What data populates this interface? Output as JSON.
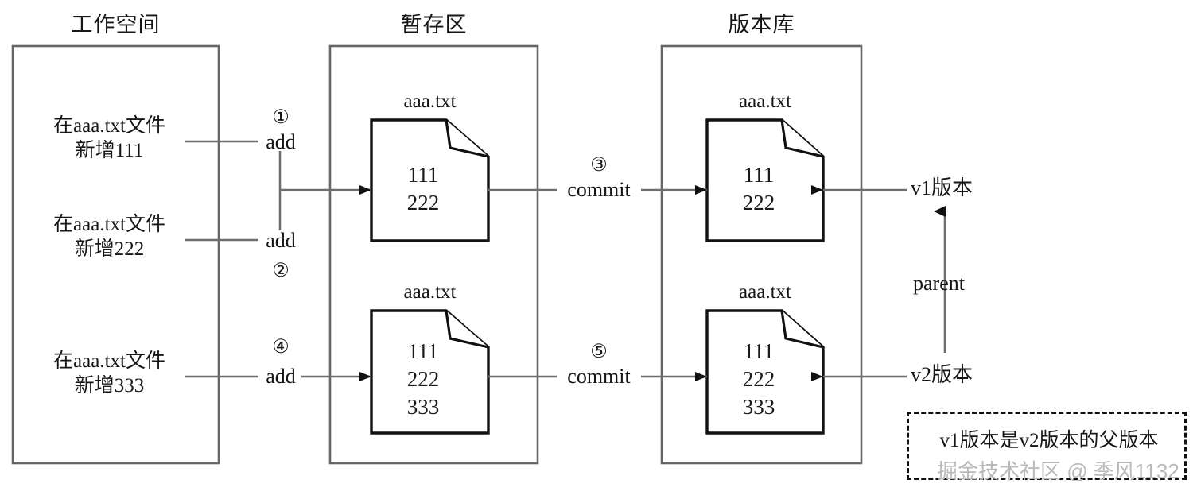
{
  "diagram": {
    "title_workspace": "工作空间",
    "title_staging": "暂存区",
    "title_repository": "版本库",
    "workspace_actions": [
      {
        "line1": "在aaa.txt文件",
        "line2": "新增111"
      },
      {
        "line1": "在aaa.txt文件",
        "line2": "新增222"
      },
      {
        "line1": "在aaa.txt文件",
        "line2": "新增333"
      }
    ],
    "operations": [
      {
        "marker": "①",
        "label": "add"
      },
      {
        "marker": "②",
        "label": "add"
      },
      {
        "marker": "③",
        "label": "commit"
      },
      {
        "marker": "④",
        "label": "add"
      },
      {
        "marker": "⑤",
        "label": "commit"
      }
    ],
    "staging_files": [
      {
        "name": "aaa.txt",
        "lines": [
          "111",
          "222"
        ]
      },
      {
        "name": "aaa.txt",
        "lines": [
          "111",
          "222",
          "333"
        ]
      }
    ],
    "repository_files": [
      {
        "name": "aaa.txt",
        "lines": [
          "111",
          "222"
        ]
      },
      {
        "name": "aaa.txt",
        "lines": [
          "111",
          "222",
          "333"
        ]
      }
    ],
    "versions": [
      {
        "label": "v1版本"
      },
      {
        "label": "v2版本"
      }
    ],
    "parent_label": "parent",
    "note": "v1版本是v2版本的父版本",
    "watermark": "掘金技术社区 @ 季风1132",
    "colors": {
      "ink": "#161616",
      "container_stroke": "#666666",
      "line": "#6e6e6e",
      "doc_stroke": "#111111",
      "watermark": "#b9b9b9",
      "background": "#ffffff"
    }
  }
}
